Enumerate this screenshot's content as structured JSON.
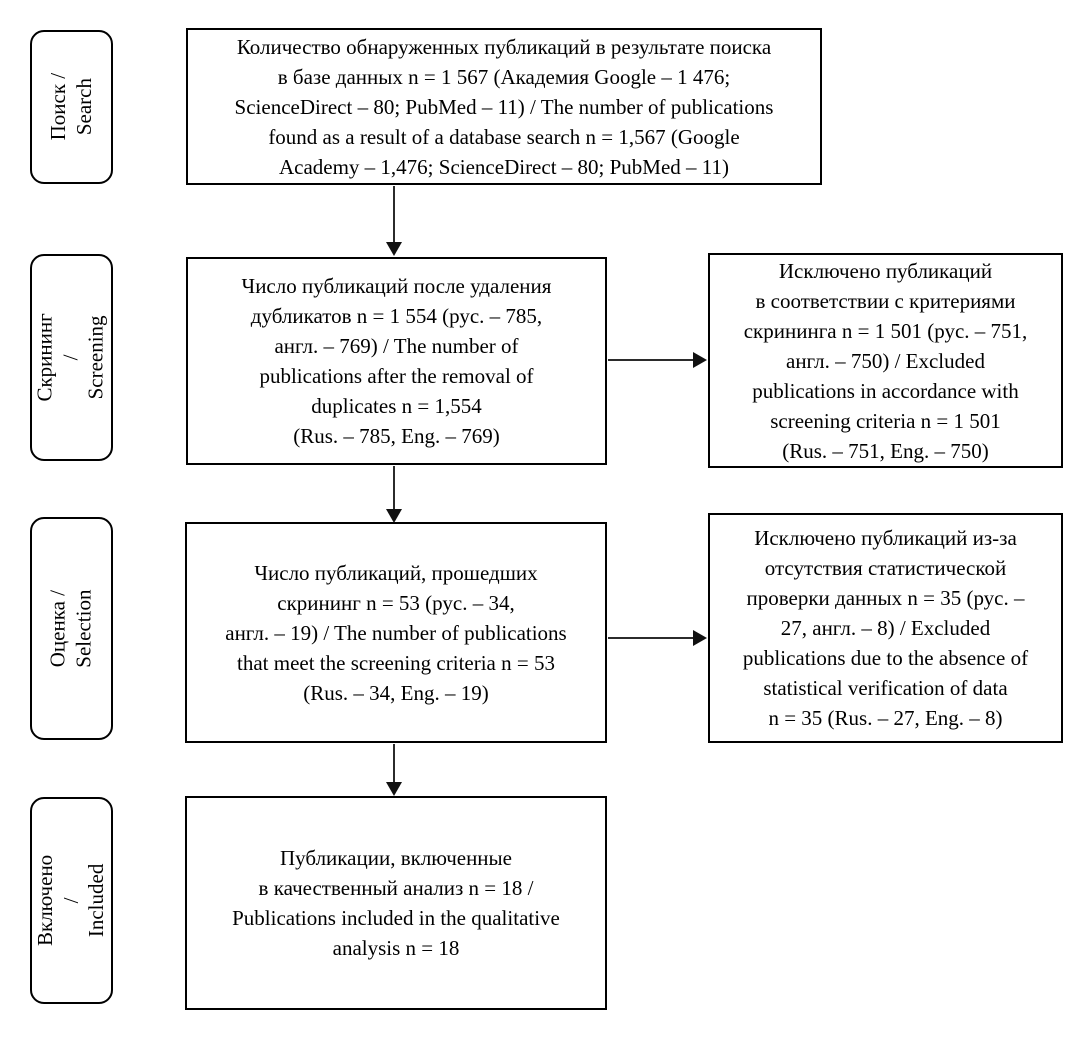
{
  "diagram_title": "Publication selection flow (PRISMA-style), bilingual Russian/English",
  "colors": {
    "background": "#ffffff",
    "box_border": "#000000",
    "text": "#000000",
    "arrow": "#2b2b2b"
  },
  "stages": [
    {
      "label": "Поиск /\nSearch"
    },
    {
      "label": "Скрининг /\nScreening"
    },
    {
      "label": "Оценка /\nSelection"
    },
    {
      "label": "Включено /\nIncluded"
    }
  ],
  "flow_boxes": [
    {
      "text": "Количество обнаруженных публикаций в результате поиска\nв базе данных n = 1 567 (Академия Google – 1 476;\nScienceDirect – 80; PubMed – 11) / The number of publications\nfound as a result of a database search n = 1,567 (Google\nAcademy – 1,476; ScienceDirect – 80; PubMed – 11)"
    },
    {
      "text": "Число публикаций после удаления\nдубликатов n = 1 554 (рус. – 785,\nангл. – 769) / The number of\npublications after the removal of\nduplicates n = 1,554\n(Rus. – 785, Eng. – 769)"
    },
    {
      "text": "Число публикаций, прошедших\nскрининг n = 53 (рус. – 34,\nангл. – 19) / The number of publications\nthat meet the screening criteria n = 53\n(Rus. – 34, Eng. – 19)"
    },
    {
      "text": "Публикации, включенные\nв качественный анализ n = 18 /\nPublications included in the qualitative\nanalysis n = 18"
    }
  ],
  "excluded_boxes": [
    {
      "text": "Исключено публикаций\nв соответствии с критериями\nскрининга n = 1 501 (рус. – 751,\nангл. – 750) / Excluded\npublications in accordance with\nscreening criteria n = 1 501\n(Rus. – 751, Eng. – 750)"
    },
    {
      "text": "Исключено публикаций из-за\nотсутствия статистической\nпроверки данных n = 35 (рус. –\n27, англ. – 8) / Excluded\npublications due to the absence of\nstatistical verification of data\nn = 35 (Rus. – 27, Eng. – 8)"
    }
  ]
}
